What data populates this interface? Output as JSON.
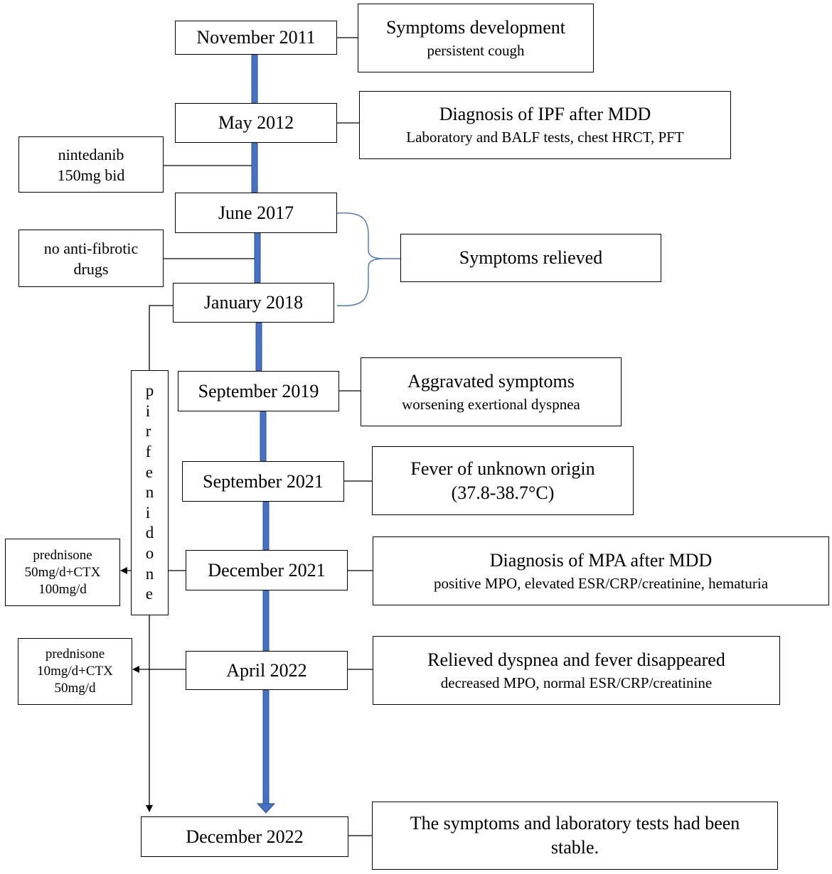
{
  "dates": {
    "d1": "November 2011",
    "d2": "May 2012",
    "d3": "June 2017",
    "d4": "January 2018",
    "d5": "September 2019",
    "d6": "September 2021",
    "d7": "December 2021",
    "d8": "April 2022",
    "d9": "December 2022"
  },
  "events": {
    "e1": {
      "title": "Symptoms development",
      "detail": "persistent cough"
    },
    "e2": {
      "title": "Diagnosis of IPF after MDD",
      "detail": "Laboratory and BALF tests, chest HRCT, PFT"
    },
    "e3": {
      "title": "Symptoms relieved"
    },
    "e4": {
      "title": "Aggravated symptoms",
      "detail": "worsening exertional dyspnea"
    },
    "e5": {
      "title": "Fever of unknown origin",
      "detail": "(37.8-38.7°C)"
    },
    "e6": {
      "title": "Diagnosis of MPA after MDD",
      "detail": "positive MPO, elevated ESR/CRP/creatinine, hematuria"
    },
    "e7": {
      "title": "Relieved dyspnea and fever disappeared",
      "detail": "decreased MPO, normal ESR/CRP/creatinine"
    },
    "e8": {
      "line1": "The symptoms and laboratory tests had been",
      "line2": "stable."
    }
  },
  "treatments": {
    "t1": {
      "line1": "nintedanib",
      "line2": "150mg bid"
    },
    "t2": {
      "line1": "no anti-fibrotic",
      "line2": "drugs"
    },
    "t3": {
      "line1": "prednisone",
      "line2": "50mg/d+CTX",
      "line3": "100mg/d"
    },
    "t4": {
      "line1": "prednisone",
      "line2": "10mg/d+CTX",
      "line3": "50mg/d"
    },
    "pirfenidone": "pirfenidone"
  },
  "colors": {
    "timeline": "#4472c4",
    "bracket": "#4472c4",
    "outline": "#000000"
  }
}
